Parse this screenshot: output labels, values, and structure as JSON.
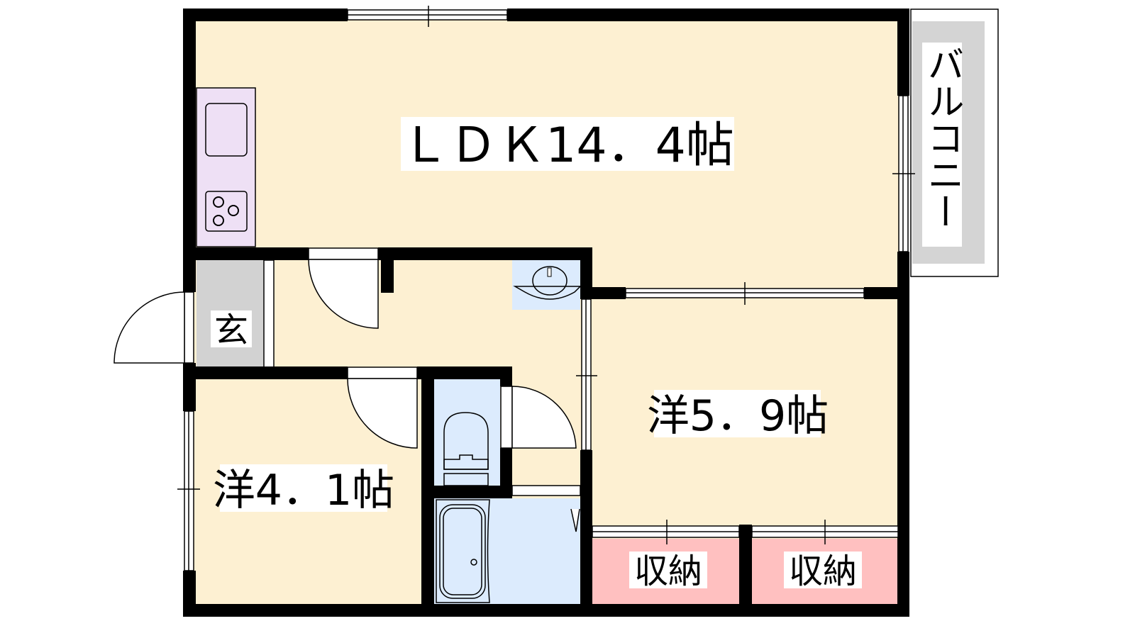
{
  "floorplan": {
    "rooms": {
      "ldk": {
        "label": "ＬＤＫ14．4帖"
      },
      "western_large": {
        "label": "洋5．9帖"
      },
      "western_small": {
        "label": "洋4．1帖"
      },
      "entrance": {
        "label": "玄"
      },
      "storage_left": {
        "label": "収納"
      },
      "storage_right": {
        "label": "収納"
      },
      "balcony": {
        "label": "バルコニー"
      }
    },
    "colors": {
      "floor": "#fdf0d2",
      "kitchen": "#eee0f5",
      "entrance": "#d2d2d2",
      "wet_area": "#dcebfd",
      "storage": "#ffc0c0",
      "balcony": "#d4d4d4",
      "wall": "#000000"
    }
  }
}
